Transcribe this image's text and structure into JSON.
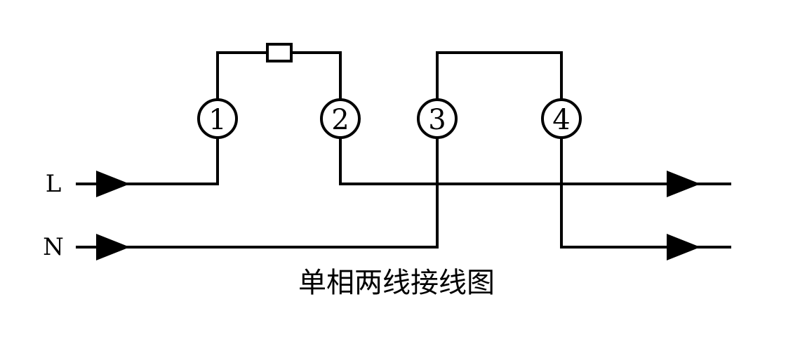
{
  "diagram": {
    "terminals": [
      "1",
      "2",
      "3",
      "4"
    ],
    "lines": {
      "live": "L",
      "neutral": "N"
    },
    "caption": "单相两线接线图"
  }
}
